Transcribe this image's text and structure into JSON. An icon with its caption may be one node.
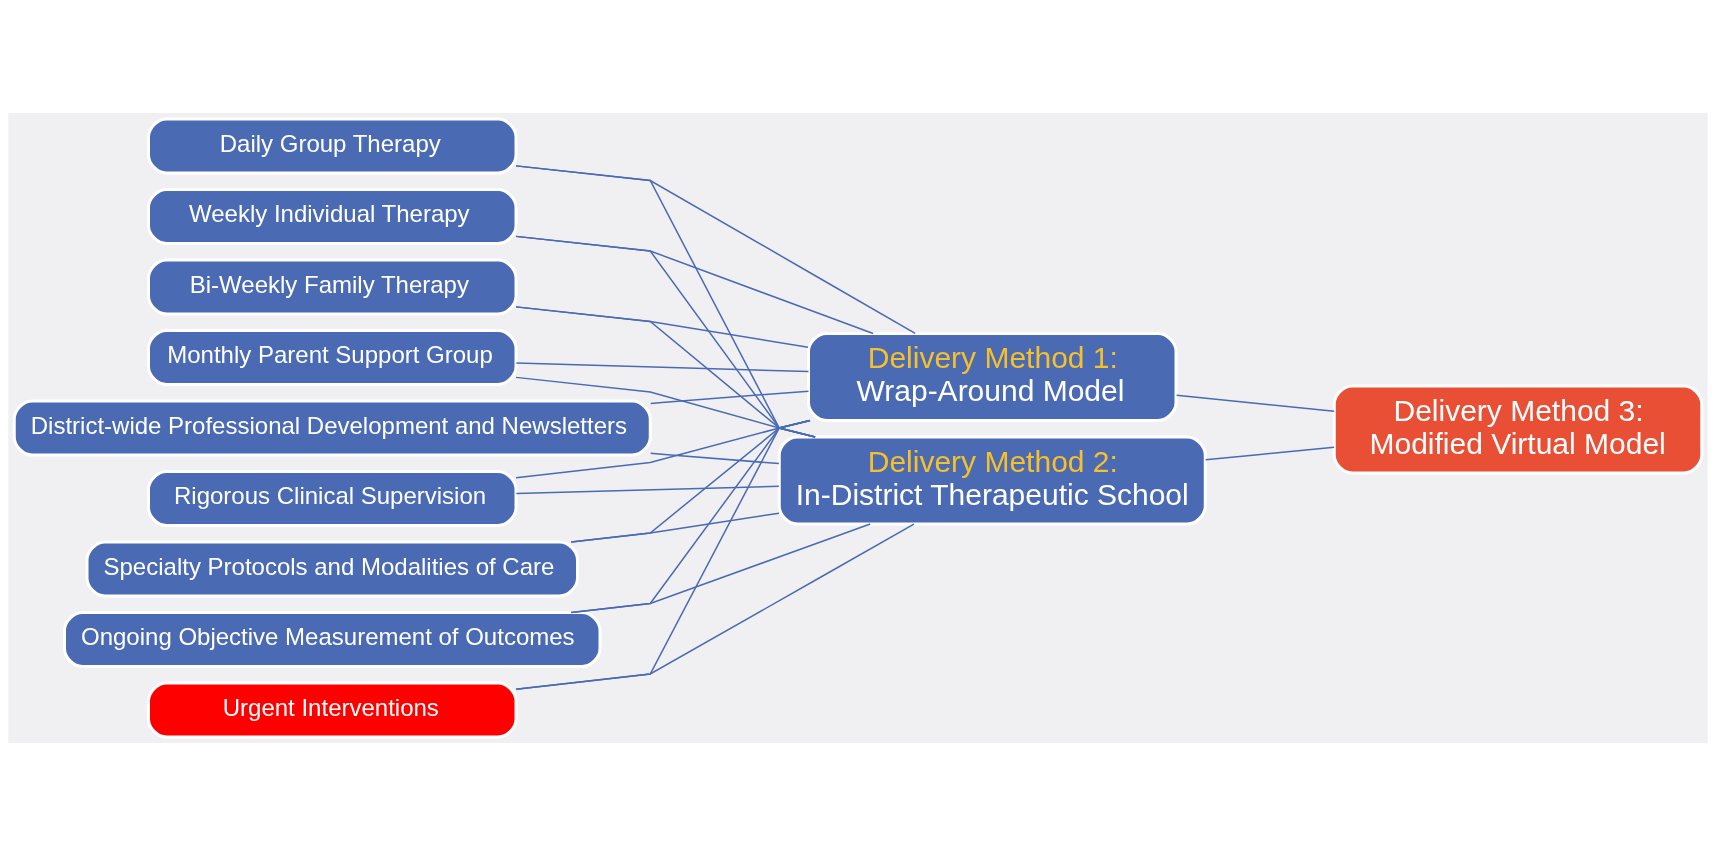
{
  "diagram": {
    "nodes": [
      {
        "text": [
          "Daily Group Therapy"
        ]
      },
      {
        "text": [
          "Weekly Individual Therapy"
        ]
      },
      {
        "text": [
          "Bi-Weekly Family Therapy"
        ]
      },
      {
        "text": [
          "Monthly Parent Support Group"
        ]
      },
      {
        "text": [
          "District-wide Professional Development and Newsletters"
        ]
      },
      {
        "text": [
          "Rigorous Clinical Supervision"
        ]
      },
      {
        "text": [
          "Specialty Protocols and Modalities of Care"
        ]
      },
      {
        "text": [
          "Ongoing Objective Measurement of Outcomes"
        ]
      },
      {
        "text": [
          "Urgent Interventions"
        ]
      },
      {
        "text": [
          "Delivery Method 1:",
          "Wrap-Around Model"
        ]
      },
      {
        "text": [
          "Delivery Method 3:",
          "Modified Virtual Model"
        ]
      },
      {
        "text": [
          "Delivery Method 2:",
          "In-District Therapeutic School"
        ]
      }
    ],
    "edges": [
      {
        "from": 0,
        "to": 9,
        "arrow": "none"
      },
      {
        "from": 1,
        "to": 9,
        "arrow": "none"
      },
      {
        "from": 2,
        "to": 9,
        "arrow": "none"
      },
      {
        "from": 3,
        "to": 9,
        "arrow": "none"
      },
      {
        "from": 4,
        "to": 9,
        "arrow": "none"
      },
      {
        "from": 5,
        "to": 9,
        "arrow": "none"
      },
      {
        "from": 6,
        "to": 9,
        "arrow": "none"
      },
      {
        "from": 7,
        "to": 9,
        "arrow": "none"
      },
      {
        "from": 8,
        "to": 9,
        "arrow": "none"
      },
      {
        "from": 0,
        "to": 11,
        "arrow": "none"
      },
      {
        "from": 1,
        "to": 11,
        "arrow": "none"
      },
      {
        "from": 2,
        "to": 11,
        "arrow": "none"
      },
      {
        "from": 3,
        "to": 11,
        "arrow": "none"
      },
      {
        "from": 4,
        "to": 11,
        "arrow": "none"
      },
      {
        "from": 5,
        "to": 11,
        "arrow": "none"
      },
      {
        "from": 6,
        "to": 11,
        "arrow": "none"
      },
      {
        "from": 7,
        "to": 11,
        "arrow": "none"
      },
      {
        "from": 8,
        "to": 11,
        "arrow": "none"
      },
      {
        "from": 9,
        "to": 10,
        "arrow": "none"
      },
      {
        "from": 10,
        "to": 11,
        "arrow": "none"
      }
    ]
  }
}
